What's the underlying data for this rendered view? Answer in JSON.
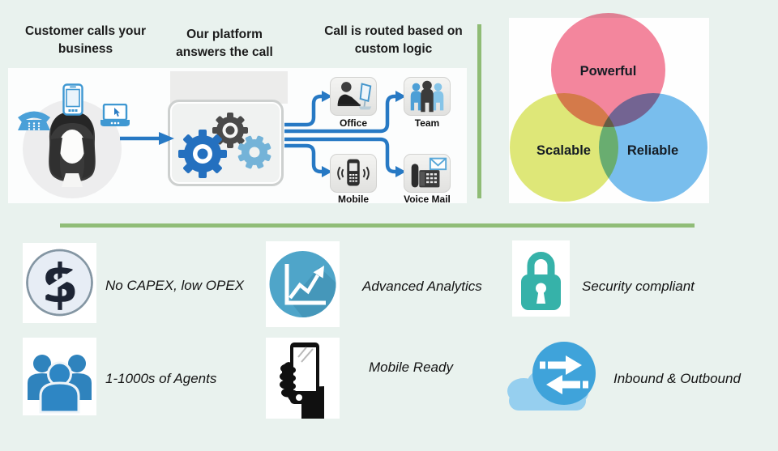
{
  "colors": {
    "background": "#e9f2ee",
    "accent_green": "#8fbc75",
    "arrow_blue": "#2779c4",
    "panel_white": "#fcfdfd"
  },
  "flow": {
    "steps": [
      {
        "title": "Customer calls your business"
      },
      {
        "title": "Our platform answers the call"
      },
      {
        "title": "Call is routed based on custom logic"
      }
    ],
    "customer_icons": [
      "telephone-icon",
      "smartphone-icon",
      "laptop-icon",
      "customer-avatar"
    ],
    "platform_icon": "gears-icon",
    "destinations": [
      {
        "label": "Office",
        "icon": "office-desk-icon"
      },
      {
        "label": "Team",
        "icon": "team-icon"
      },
      {
        "label": "Mobile",
        "icon": "mobile-phone-icon"
      },
      {
        "label": "Voice Mail",
        "icon": "voicemail-icon"
      }
    ]
  },
  "venn": {
    "circles": [
      {
        "label": "Powerful",
        "color": "#f4879e"
      },
      {
        "label": "Scalable",
        "color": "#dfe878"
      },
      {
        "label": "Reliable",
        "color": "#79bfee"
      }
    ]
  },
  "features": [
    {
      "label": "No CAPEX, low OPEX",
      "icon": "no-cost-icon"
    },
    {
      "label": "Advanced Analytics",
      "icon": "analytics-icon"
    },
    {
      "label": "Security compliant",
      "icon": "security-lock-icon"
    },
    {
      "label": "1-1000s of Agents",
      "icon": "agents-icon"
    },
    {
      "label": "Mobile Ready",
      "icon": "mobile-ready-icon"
    },
    {
      "label": "Inbound & Outbound",
      "icon": "inbound-outbound-icon"
    }
  ]
}
